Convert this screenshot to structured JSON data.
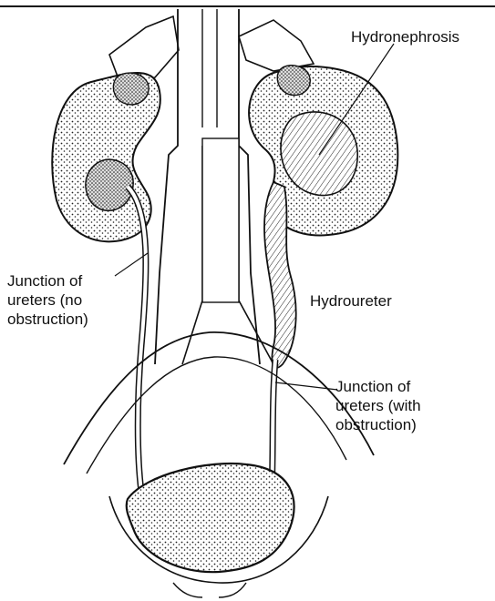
{
  "labels": {
    "hydronephrosis": "Hydronephrosis",
    "hydroureter": "Hydroureter",
    "junction_no_obstruction": "Junction of\nureters (no\nobstruction)",
    "junction_with_obstruction": "Junction of\nureters (with\nobstruction)"
  }
}
